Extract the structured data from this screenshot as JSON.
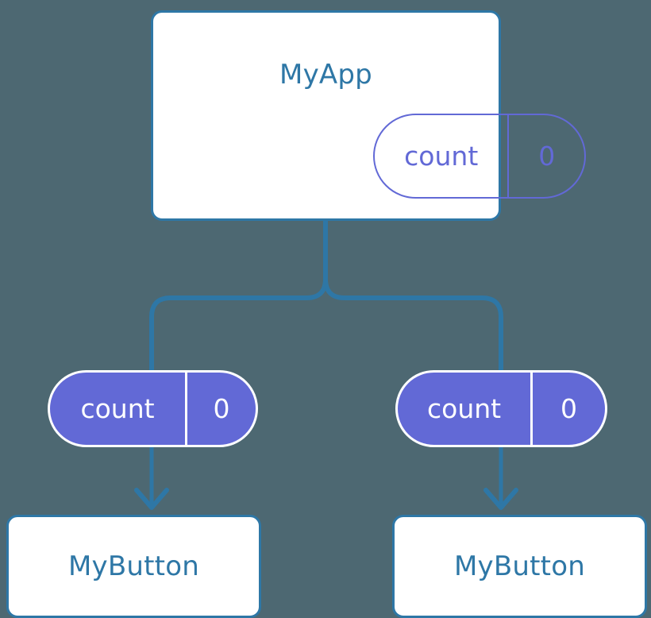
{
  "diagram": {
    "title_text": "MyApp",
    "background_color": "#4d6872",
    "accent_blue": "#2e77a6",
    "state_purple": "#6269d6",
    "box_fill": "#ffffff"
  },
  "app": {
    "name": "MyApp",
    "state": {
      "key": "count",
      "value": "0"
    }
  },
  "children": [
    {
      "name": "MyButton",
      "state": {
        "key": "count",
        "value": "0"
      }
    },
    {
      "name": "MyButton",
      "state": {
        "key": "count",
        "value": "0"
      }
    }
  ],
  "connectors": {
    "trunk_label": "",
    "branch_label": "",
    "arrow_label": ""
  }
}
